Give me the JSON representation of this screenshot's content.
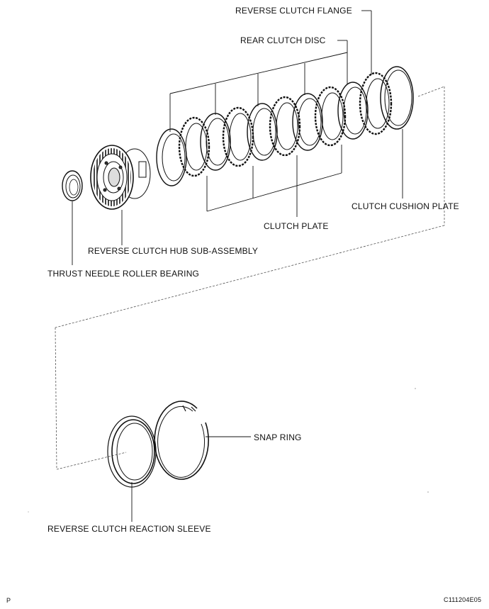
{
  "labels": {
    "reverse_clutch_flange": "REVERSE CLUTCH FLANGE",
    "rear_clutch_disc": "REAR CLUTCH DISC",
    "clutch_cushion_plate": "CLUTCH CUSHION PLATE",
    "clutch_plate": "CLUTCH PLATE",
    "reverse_clutch_hub": "REVERSE CLUTCH HUB SUB-ASSEMBLY",
    "thrust_bearing": "THRUST NEEDLE ROLLER BEARING",
    "snap_ring": "SNAP RING",
    "reaction_sleeve": "REVERSE CLUTCH REACTION SLEEVE"
  },
  "footer": {
    "left_mark": "P",
    "figure_code": "C111204E05"
  }
}
